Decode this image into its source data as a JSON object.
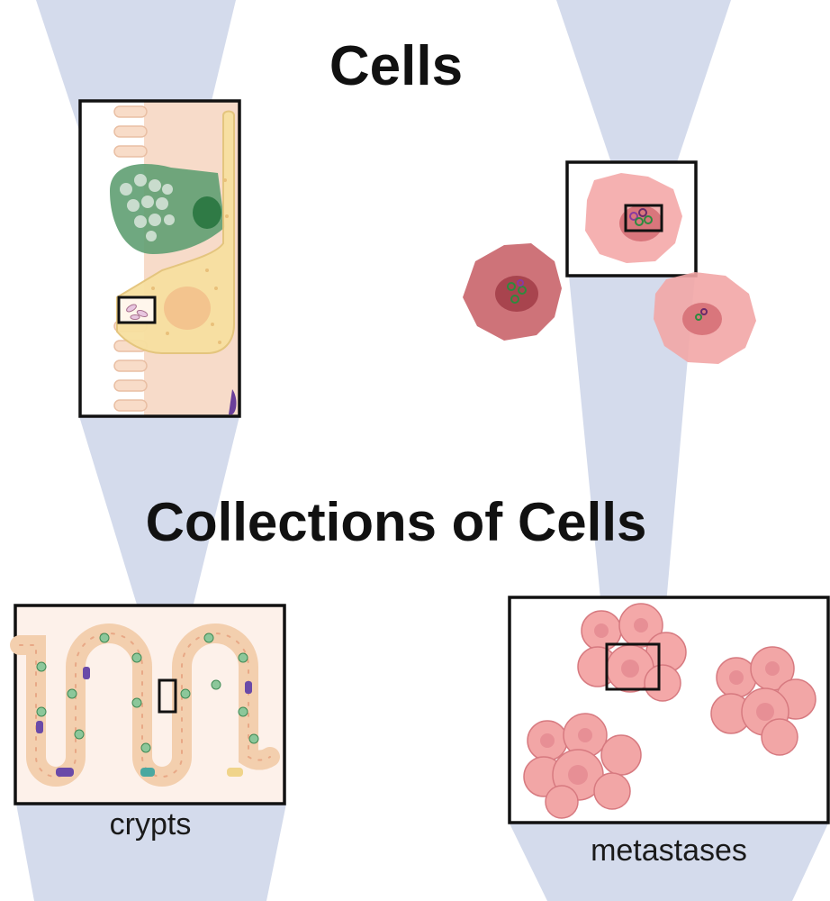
{
  "headings": {
    "cells": "Cells",
    "collections": "Collections of Cells"
  },
  "captions": {
    "crypts": "crypts",
    "metastases": "metastases"
  },
  "colors": {
    "beam": "#d4dbec",
    "frame": "#111111",
    "mucosa": "#f7d9c4",
    "goblet_cell": "#5a9a6e",
    "enterocyte": "#f9e4a6",
    "tumor_cell_light": "#f2a6a6",
    "tumor_cell_dark": "#c9646a",
    "nucleus": "#b5454f"
  },
  "icons": [
    "goblet-cell-icon",
    "enterocyte-icon",
    "bacteria-icon",
    "tumor-cell-icon",
    "crypt-tissue-icon",
    "cell-cluster-icon"
  ]
}
